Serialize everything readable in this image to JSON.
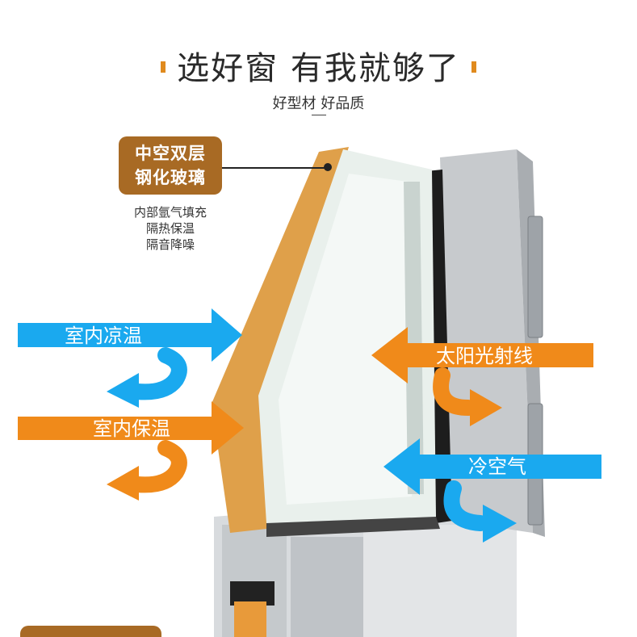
{
  "header": {
    "title": "选好窗 有我就够了",
    "subtitle": "好型材 好品质"
  },
  "badge": {
    "line1": "中空双层",
    "line2": "钢化玻璃"
  },
  "features": [
    "内部氩气填充",
    "隔热保温",
    "隔音降噪"
  ],
  "arrows": {
    "indoor_cool": "室内凉温",
    "indoor_warm": "室内保温",
    "sunlight": "太阳光射线",
    "cold_air": "冷空气"
  },
  "colors": {
    "blue": "#1aa9ef",
    "orange": "#f08a1a",
    "badge": "#a86a24"
  }
}
